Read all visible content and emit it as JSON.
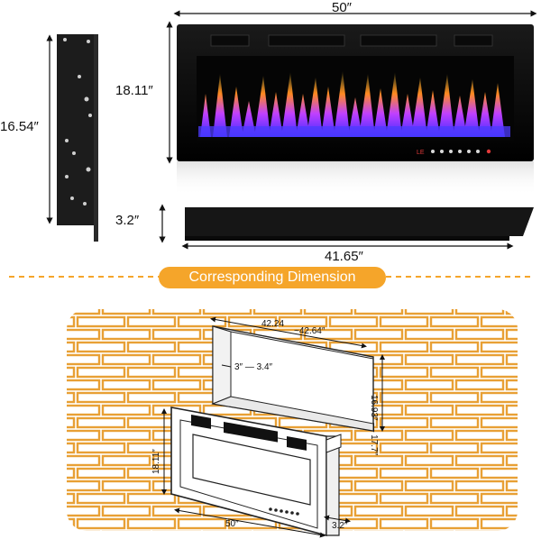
{
  "top_view": {
    "width_label": "50″",
    "height_label": "18.11″",
    "depth_label_side": "16.54″",
    "base_depth_label": "3.2″",
    "base_width_label": "41.65″"
  },
  "banner": {
    "text": "Corresponding Dimension",
    "color": "#f5a52a"
  },
  "install_view": {
    "opening_width_label": "42.24",
    "opening_width_max_label": "~42.64″",
    "opening_depth_label": "3″ — 3.4″",
    "opening_height_label": "16.93″ — 17.7″",
    "unit_height_label": "18.11″",
    "unit_width_label": "50″",
    "unit_depth_label": "3.2″",
    "brick_color": "#e8a035"
  }
}
